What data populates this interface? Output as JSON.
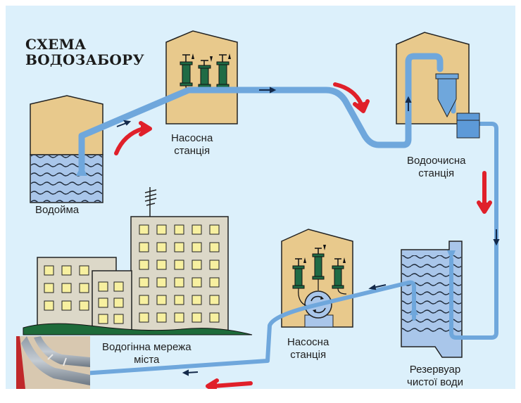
{
  "title": {
    "line1": "СХЕМА",
    "line2": "ВОДОЗАБОРУ"
  },
  "stages": [
    {
      "id": "reservoir",
      "label_lines": [
        "Водойма"
      ]
    },
    {
      "id": "pump-station-1",
      "label_lines": [
        "Насосна",
        "станція"
      ]
    },
    {
      "id": "treatment-plant",
      "label_lines": [
        "Водоочисна",
        "станція"
      ]
    },
    {
      "id": "clean-water-reservoir",
      "label_lines": [
        "Резервуар",
        "чистої води"
      ]
    },
    {
      "id": "pump-station-2",
      "label_lines": [
        "Насосна",
        "станція"
      ]
    },
    {
      "id": "city-water-network",
      "label_lines": [
        "Водогінна мережа",
        "міста"
      ]
    }
  ],
  "flow_order": [
    "Водойма",
    "Насосна станція",
    "Водоочисна станція",
    "Резервуар чистої води",
    "Насосна станція",
    "Водогінна мережа міста"
  ],
  "colors": {
    "background": "#dcf0fb",
    "building": "#e8c98c",
    "water": "#a9c6ea",
    "pipe": "#6fa7dc",
    "flow_arrow": "#e0202a",
    "pump": "#1f6b45",
    "house": "#dcd8c8",
    "window": "#f7f0a0",
    "ground": "#1e6b3a"
  }
}
